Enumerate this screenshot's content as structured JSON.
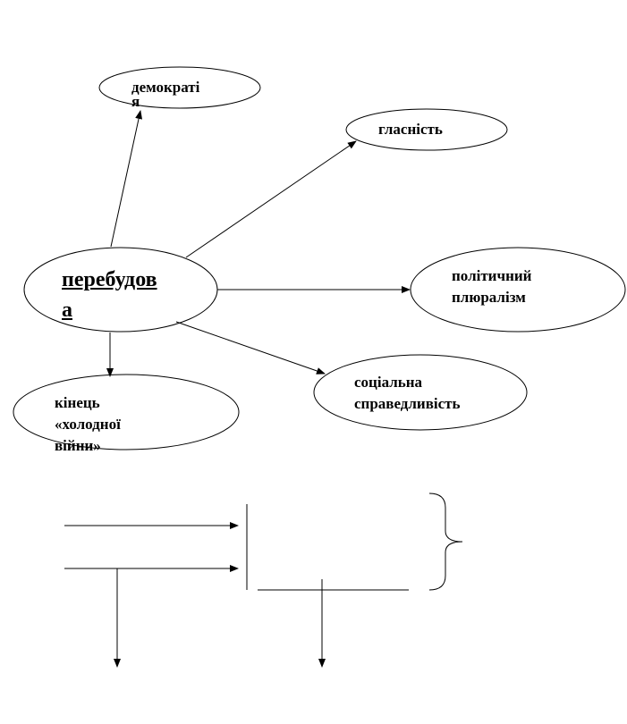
{
  "diagram": {
    "center": {
      "line1": "перебудов",
      "line2": "а"
    },
    "nodes": {
      "democracy": {
        "line1": "демократі",
        "line2": "я"
      },
      "glasnost": {
        "line1": "гласність"
      },
      "pluralism": {
        "line1": "політичний",
        "line2": "плюралізм"
      },
      "justice": {
        "line1": "соціальна",
        "line2": "справедливість"
      },
      "cold_war": {
        "line1": "кінець",
        "line2": "«холодної",
        "line3": "війни»"
      }
    },
    "line_color": "#000000"
  }
}
